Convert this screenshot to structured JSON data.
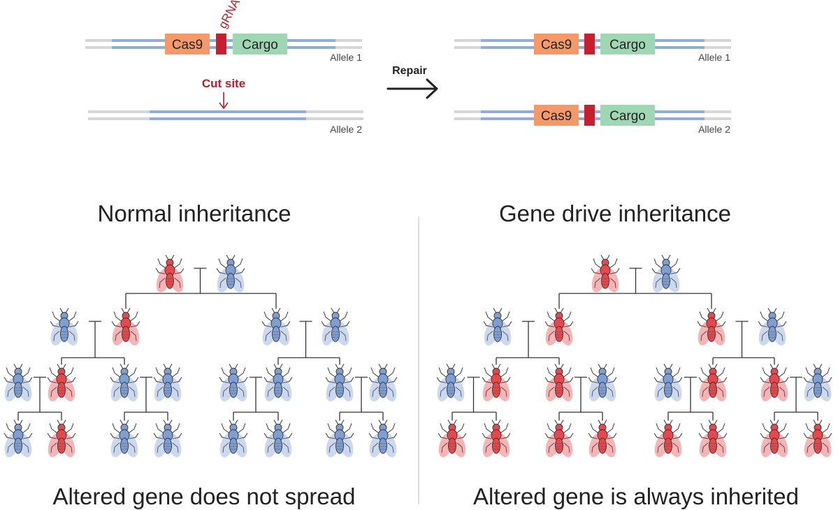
{
  "top": {
    "gene_labels": {
      "cas9": "Cas9",
      "cargo": "Cargo",
      "grna": "gRNA"
    },
    "alleles": {
      "a1": "Allele 1",
      "a2": "Allele 2"
    },
    "cut_site": "Cut site",
    "repair": "Repair"
  },
  "panels": {
    "left": {
      "title": "Normal inheritance",
      "caption": "Altered gene does not spread"
    },
    "right": {
      "title": "Gene drive inheritance",
      "caption": "Altered gene is always inherited"
    }
  },
  "colors": {
    "strand_gray": "#d6d6d6",
    "strand_blue": "#92acd8",
    "cas9": "#f4996a",
    "cargo": "#9fd7b5",
    "grna": "#c4202f",
    "label_red": "#b3202b",
    "fly_red": "#e5484d",
    "fly_blue": "#7f9fd3",
    "text": "#222222"
  },
  "icons": {
    "fly": "fly-icon",
    "arrow": "arrow-right-icon",
    "cut": "arrow-down-icon"
  },
  "trees": {
    "left": {
      "parents": [
        "red",
        "blue"
      ],
      "gen1": [
        {
          "child": "red",
          "mate": "blue"
        },
        {
          "child": "blue",
          "mate": "blue"
        }
      ],
      "gen2": [
        {
          "child": "red",
          "mate": "blue"
        },
        {
          "child": "blue",
          "mate": "blue"
        },
        {
          "child": "blue",
          "mate": "blue"
        },
        {
          "child": "blue",
          "mate": "blue"
        }
      ],
      "gen3": [
        "blue",
        "red",
        "blue",
        "blue",
        "blue",
        "blue",
        "blue",
        "blue"
      ]
    },
    "right": {
      "parents": [
        "red",
        "blue"
      ],
      "gen1": [
        {
          "child": "red",
          "mate": "blue"
        },
        {
          "child": "red",
          "mate": "blue"
        }
      ],
      "gen2": [
        {
          "child": "red",
          "mate": "blue"
        },
        {
          "child": "red",
          "mate": "blue"
        },
        {
          "child": "red",
          "mate": "blue"
        },
        {
          "child": "red",
          "mate": "blue"
        }
      ],
      "gen3": [
        "red",
        "red",
        "red",
        "red",
        "red",
        "red",
        "red",
        "red"
      ]
    }
  }
}
